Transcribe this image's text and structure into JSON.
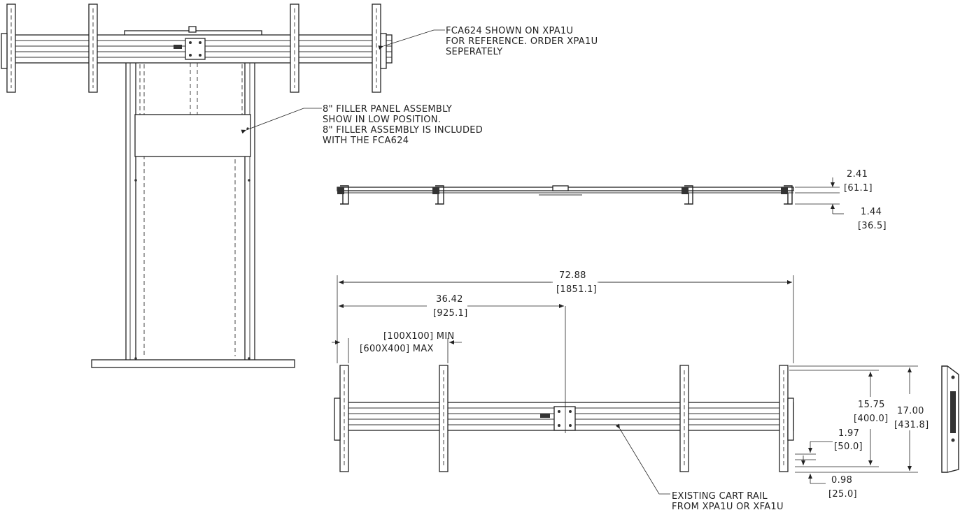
{
  "notes": {
    "fca624": [
      "FCA624 SHOWN ON XPA1U",
      "FOR REFERENCE.  ORDER XPA1U",
      "SEPERATELY"
    ],
    "filler": [
      "8\" FILLER PANEL ASSEMBLY",
      "SHOW IN LOW POSITION.",
      "8\" FILLER ASSEMBLY IS INCLUDED",
      "WITH THE FCA624"
    ],
    "rail": [
      "EXISTING CART RAIL",
      "FROM XPA1U OR XFA1U"
    ]
  },
  "dimensions": {
    "top_thickness": {
      "in": "2.41",
      "mm": "[61.1]"
    },
    "top_offset": {
      "in": "1.44",
      "mm": "[36.5]"
    },
    "overall_width": {
      "in": "72.88",
      "mm": "[1851.1]"
    },
    "half_width": {
      "in": "36.42",
      "mm": "[925.1]"
    },
    "vesa": {
      "min": "[100X100] MIN",
      "max": "[600X400] MAX"
    },
    "rail_span": {
      "in": "15.75",
      "mm": "[400.0]"
    },
    "overall_height": {
      "in": "17.00",
      "mm": "[431.8]"
    },
    "rail_gap": {
      "in": "1.97",
      "mm": "[50.0]"
    },
    "bottom_offset": {
      "in": "0.98",
      "mm": "[25.0]"
    }
  }
}
